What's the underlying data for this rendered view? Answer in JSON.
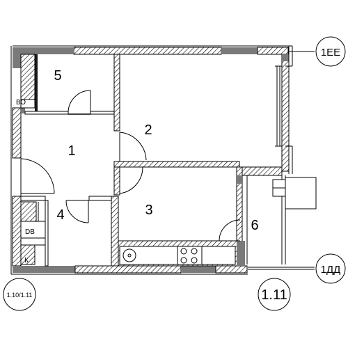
{
  "rooms": {
    "r1": "1",
    "r2": "2",
    "r3": "3",
    "r4": "4",
    "r5": "5",
    "r6": "6"
  },
  "fixtures": {
    "vo": "ВО",
    "db": "DB",
    "k": "К"
  },
  "axis_tags": {
    "top_right": "1ЕЕ",
    "bottom_right": "1ДД",
    "bottom_left": "1.10/1.11",
    "bottom_center": "1.11"
  }
}
